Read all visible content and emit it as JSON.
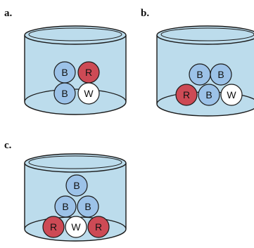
{
  "colors": {
    "jar_fill": "#bcdcec",
    "jar_stroke": "#1a1a1a",
    "ball_blue": "#9cc2e8",
    "ball_red": "#cd4a55",
    "ball_white": "#ffffff"
  },
  "panels": [
    {
      "label": "a.",
      "balls": [
        {
          "color": "blue",
          "letter": "B"
        },
        {
          "color": "red",
          "letter": "R"
        },
        {
          "color": "blue",
          "letter": "B"
        },
        {
          "color": "white",
          "letter": "W"
        }
      ]
    },
    {
      "label": "b.",
      "balls": [
        {
          "color": "blue",
          "letter": "B"
        },
        {
          "color": "blue",
          "letter": "B"
        },
        {
          "color": "red",
          "letter": "R"
        },
        {
          "color": "blue",
          "letter": "B"
        },
        {
          "color": "white",
          "letter": "W"
        }
      ]
    },
    {
      "label": "c.",
      "balls": [
        {
          "color": "blue",
          "letter": "B"
        },
        {
          "color": "blue",
          "letter": "B"
        },
        {
          "color": "blue",
          "letter": "B"
        },
        {
          "color": "red",
          "letter": "R"
        },
        {
          "color": "white",
          "letter": "W"
        },
        {
          "color": "red",
          "letter": "R"
        }
      ]
    }
  ]
}
